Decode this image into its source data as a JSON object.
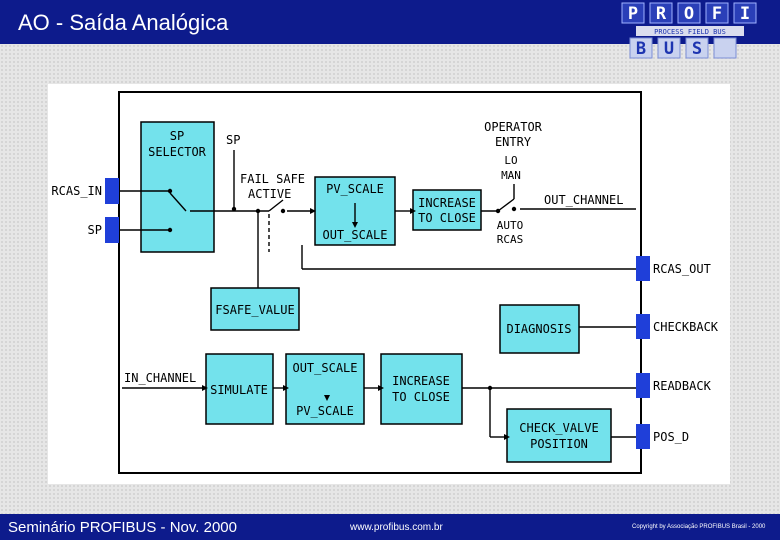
{
  "header": {
    "title": "AO - Saída Analógica",
    "logo": {
      "letters": [
        "P",
        "R",
        "O",
        "F",
        "I",
        "B",
        "U",
        "S"
      ],
      "tagline": "PROCESS FIELD BUS"
    }
  },
  "diagram": {
    "blocks": {
      "sp_selector": [
        "SP",
        "SELECTOR"
      ],
      "pv_scale": "PV_SCALE",
      "out_scale_upper": "OUT_SCALE",
      "increase_close_upper": [
        "INCREASE",
        "TO CLOSE"
      ],
      "fsafe_value": "FSAFE_VALUE",
      "diagnosis": "DIAGNOSIS",
      "simulate": "SIMULATE",
      "out_scale_lower": "OUT_SCALE",
      "pv_scale_lower": "PV_SCALE",
      "increase_close_lower": [
        "INCREASE",
        "TO CLOSE"
      ],
      "check_valve": [
        "CHECK_VALVE",
        "POSITION"
      ]
    },
    "labels": {
      "sp_top": "SP",
      "fail_safe": [
        "FAIL SAFE",
        "ACTIVE"
      ],
      "operator_entry": [
        "OPERATOR",
        "ENTRY"
      ],
      "lo_man": [
        "LO",
        "MAN"
      ],
      "auto_rcas": [
        "AUTO",
        "RCAS"
      ],
      "out_channel": "OUT_CHANNEL",
      "in_channel": "IN_CHANNEL"
    },
    "ports": {
      "rcas_in": "RCAS_IN",
      "sp": "SP",
      "rcas_out": "RCAS_OUT",
      "checkback": "CHECKBACK",
      "readback": "READBACK",
      "pos_d": "POS_D"
    },
    "colors": {
      "block_fill": "#73e2ec",
      "port_fill": "#1f3fd9",
      "header_bg": "#0d1b8c"
    }
  },
  "footer": {
    "left": "Seminário PROFIBUS - Nov. 2000",
    "center": "www.profibus.com.br",
    "right": "Copyright by Associação PROFIBUS Brasil - 2000"
  }
}
